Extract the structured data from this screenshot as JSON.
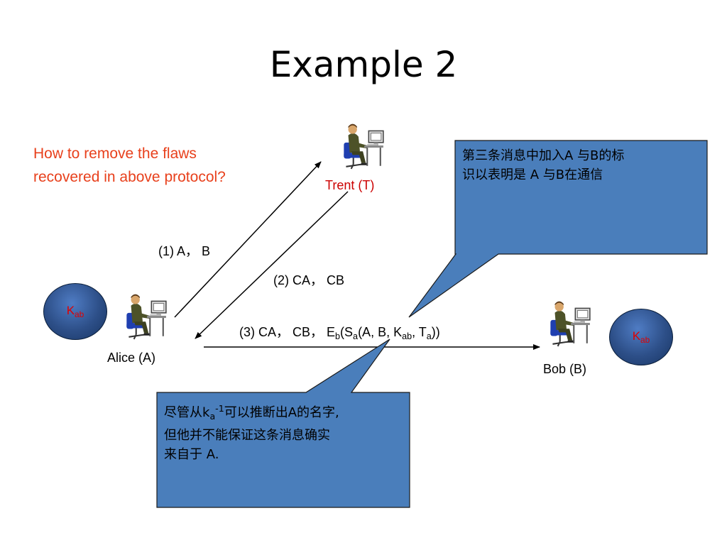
{
  "title": "Example 2",
  "question": {
    "line1": "How to remove the flaws",
    "line2": "recovered in above protocol?"
  },
  "nodes": {
    "trent": "Trent (T)",
    "alice": "Alice (A)",
    "bob": "Bob (B)"
  },
  "messages": {
    "m1": "(1) A， B",
    "m2": "(2) CA， CB",
    "m3": {
      "prefix": "(3) CA， CB， E",
      "sub_b": "b",
      "s_open": "(S",
      "sub_a": "a",
      "args1": "(A, B, K",
      "sub_ab": "ab",
      "args2": ", T",
      "sub_a2": "a",
      "close": "))"
    }
  },
  "keys": {
    "alice_key": {
      "main": "K",
      "sub": "ab"
    },
    "bob_key": {
      "main": "K",
      "sub": "ab"
    }
  },
  "callouts": {
    "top": {
      "line1": "第三条消息中加入A 与B的标",
      "line2": "识以表明是 A 与B在通信"
    },
    "bottom": {
      "line1_pre": "尽管从k",
      "line1_sub": "a",
      "line1_sup": "-1",
      "line1_post": "可以推断出A的名字,",
      "line2": "但他并不能保证这条消息确实",
      "line3": "来自于 A."
    }
  },
  "colors": {
    "callout_fill": "#4a7ebb",
    "callout_border": "#1a1a1a",
    "question_text": "#e8401c",
    "key_text": "#e00000",
    "trent_text": "#cc0000"
  },
  "icons": [
    "person-at-computer-icon"
  ]
}
